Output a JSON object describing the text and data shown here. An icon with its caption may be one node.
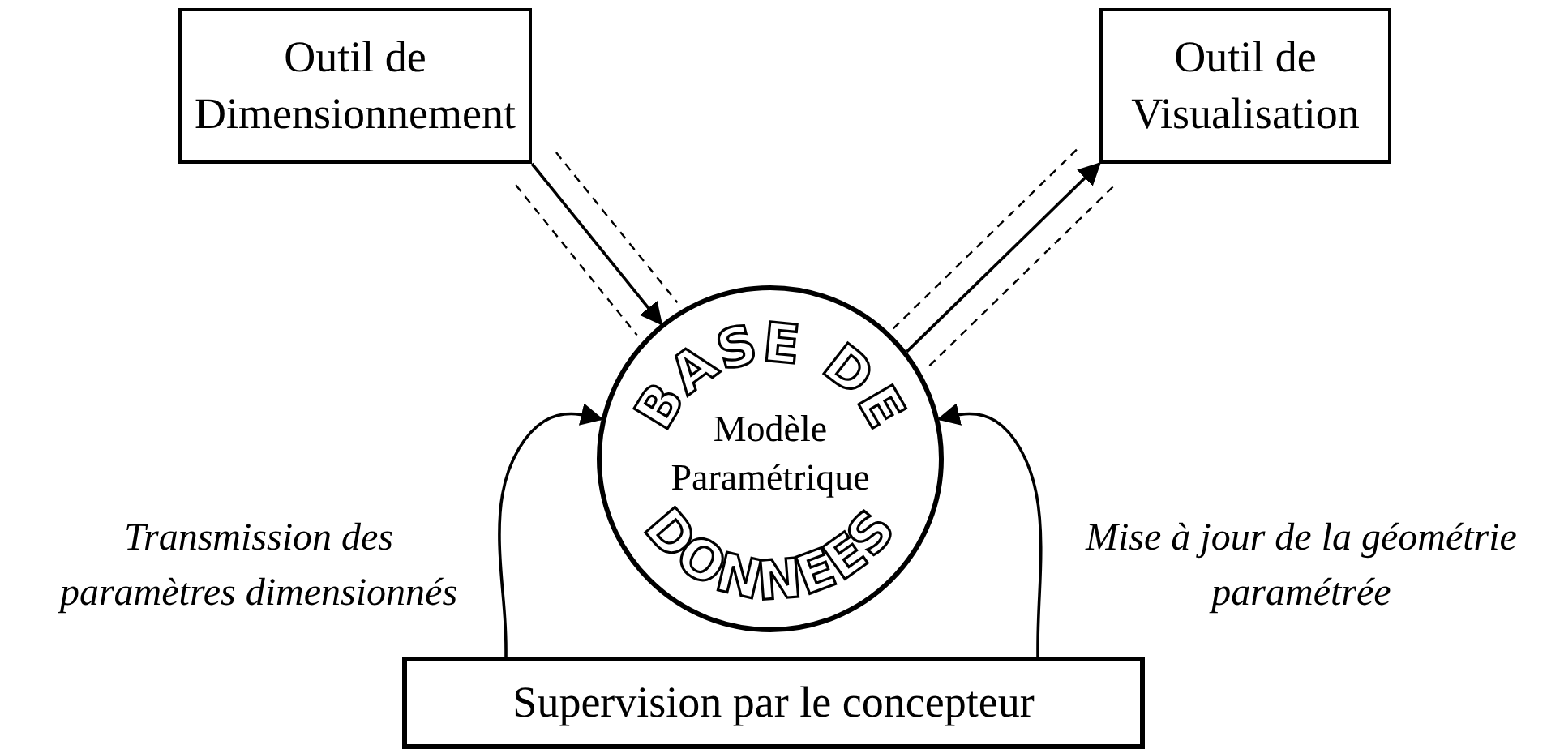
{
  "diagram": {
    "nodes": [
      {
        "text": [
          "Outil de Dimensionnement"
        ]
      },
      {
        "text": [
          "Outil de Visualisation"
        ]
      },
      {
        "text": [
          "BASE DE",
          "Modèle Paramétrique",
          "DONNEES"
        ]
      },
      {
        "text": [
          "Supervision par le concepteur"
        ]
      }
    ],
    "edges": [
      {
        "from": 0,
        "to": 2,
        "arrow": "to"
      },
      {
        "from": 2,
        "to": 1,
        "arrow": "to"
      },
      {
        "from": 3,
        "to": 2,
        "arrow": "to",
        "label": "Transmission des paramètres dimensionnés"
      },
      {
        "from": 3,
        "to": 2,
        "arrow": "to",
        "label": "Mise à jour de la géométrie paramétrée"
      }
    ]
  }
}
